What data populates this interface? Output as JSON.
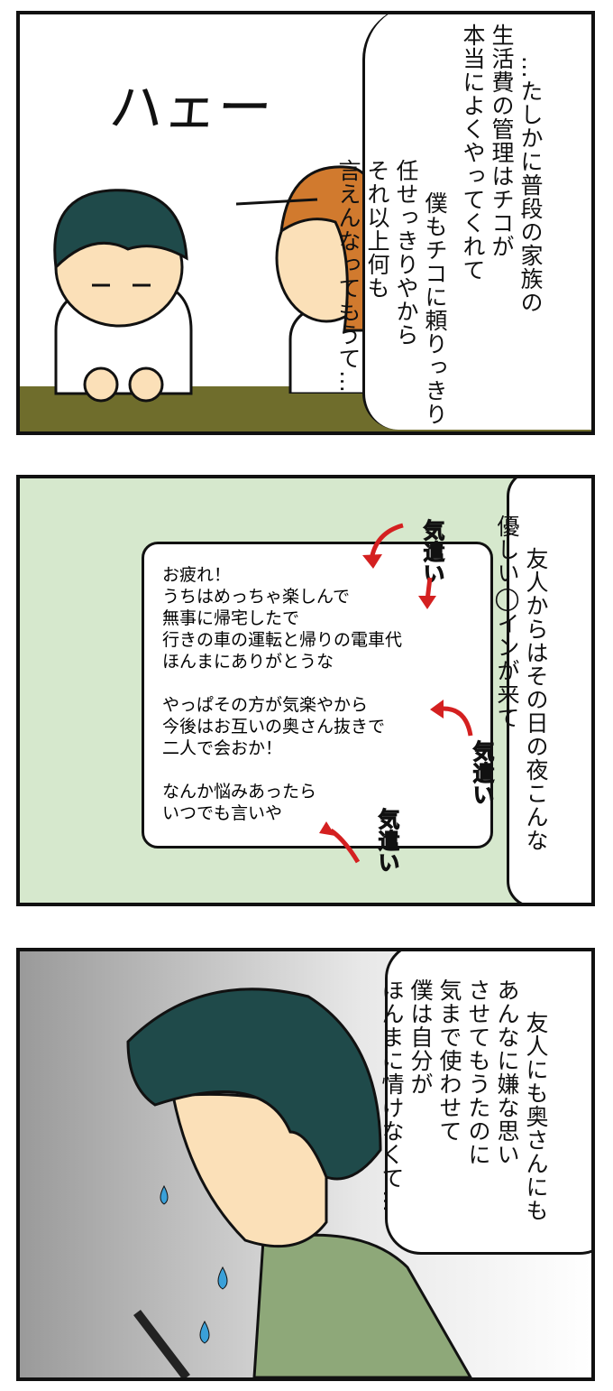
{
  "panel1": {
    "sfx": "ハェー",
    "narration": [
      "…たしかに普段の家族の",
      "生活費の管理はチコが",
      "本当によくやってくれて",
      "僕もチコに頼りっきり",
      "任せっきりやから",
      "それ以上何も",
      "言えんなってもうて…"
    ]
  },
  "panel2": {
    "narration": [
      "友人からはその日の夜こんな",
      "優しい◯インが来て"
    ],
    "message": [
      "お疲れ！",
      "うちはめっちゃ楽しんで",
      "無事に帰宅したで",
      "行きの車の運転と帰りの電車代",
      "ほんまにありがとうな",
      "",
      "やっぱその方が気楽やから",
      "今後はお互いの奥さん抜きで",
      "二人で会おか！",
      "",
      "なんか悩みあったら",
      "いつでも言いや"
    ],
    "annotations": [
      "気遣い",
      "気遣い",
      "気遣い"
    ],
    "bg_color": "#d6e8cd",
    "arrow_color": "#d42020"
  },
  "panel3": {
    "narration": [
      "友人にも奥さんにも",
      "あんなに嫌な思い",
      "させてもうたのに",
      "気まで使わせて",
      "僕は自分が",
      "ほんまに情けなくて…"
    ]
  }
}
